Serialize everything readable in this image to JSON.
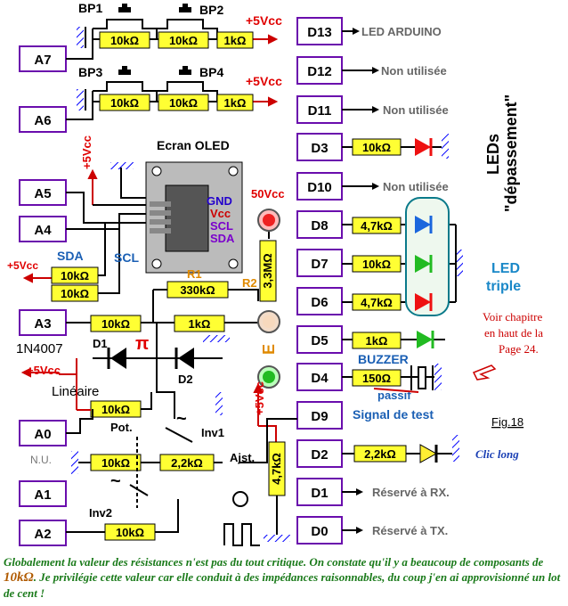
{
  "pins_left": [
    "A7",
    "A6",
    "A5",
    "A4",
    "A3",
    "A0",
    "A1",
    "A2"
  ],
  "pins_right": [
    "D13",
    "D12",
    "D11",
    "D3",
    "D10",
    "D8",
    "D7",
    "D6",
    "D5",
    "D4",
    "D9",
    "D2",
    "D1",
    "D0"
  ],
  "right_labels": {
    "d13": "LED ARDUINO",
    "d12": "Non utilisée",
    "d11": "Non utilisée",
    "d10": "Non utilisée",
    "d9": "Signal de test",
    "d1": "Réservé à RX.",
    "d0": "Réservé à TX."
  },
  "resistors": {
    "r10k": "10kΩ",
    "r1k": "1kΩ",
    "r47k": "4,7kΩ",
    "r22k": "2,2kΩ",
    "r150": "150Ω",
    "r330k": "330kΩ",
    "r33M": "3,3MΩ"
  },
  "labels": {
    "bp1": "BP1",
    "bp2": "BP2",
    "bp3": "BP3",
    "bp4": "BP4",
    "vcc5": "+5Vcc",
    "vcc50": "50Vcc",
    "oled": "Ecran OLED",
    "gnd": "GND",
    "vcc": "Vcc",
    "scl": "SCL",
    "sda": "SDA",
    "r1": "R1",
    "r2": "R2",
    "diode": "1N4007",
    "d1": "D1",
    "d2": "D2",
    "pi": "π",
    "e": "E",
    "lineaire": "Linéaire",
    "pot": "Pot.",
    "inv1": "Inv1",
    "inv2": "Inv2",
    "ajst": "Ajst.",
    "nu": "N.U.",
    "buzzer": "BUZZER",
    "passif": "passif",
    "leds_title": "LEDs",
    "leds_sub": "\"dépassement\"",
    "led_triple": "LED",
    "led_triple2": "triple",
    "voir1": "Voir chapitre",
    "voir2": "en haut de la",
    "voir3": "Page 24.",
    "fig": "Fig.18",
    "clic": "Clic long"
  },
  "caption": {
    "part1": "Globalement la valeur des résistances n'est pas du tout critique. On constate qu'il y a beaucoup de composants de ",
    "highlight": "10kΩ",
    "part2": ". Je privilégie cette valeur car elle conduit à des impédances raisonnables, du coup j'en ai approvisionné un lot de cent !"
  },
  "colors": {
    "pin_border": "#6a0dad",
    "resistor": "#ffff33",
    "wire": "#000000",
    "power_wire": "#cc0000",
    "red_text": "#e00000",
    "teal": "#1a88c8"
  }
}
